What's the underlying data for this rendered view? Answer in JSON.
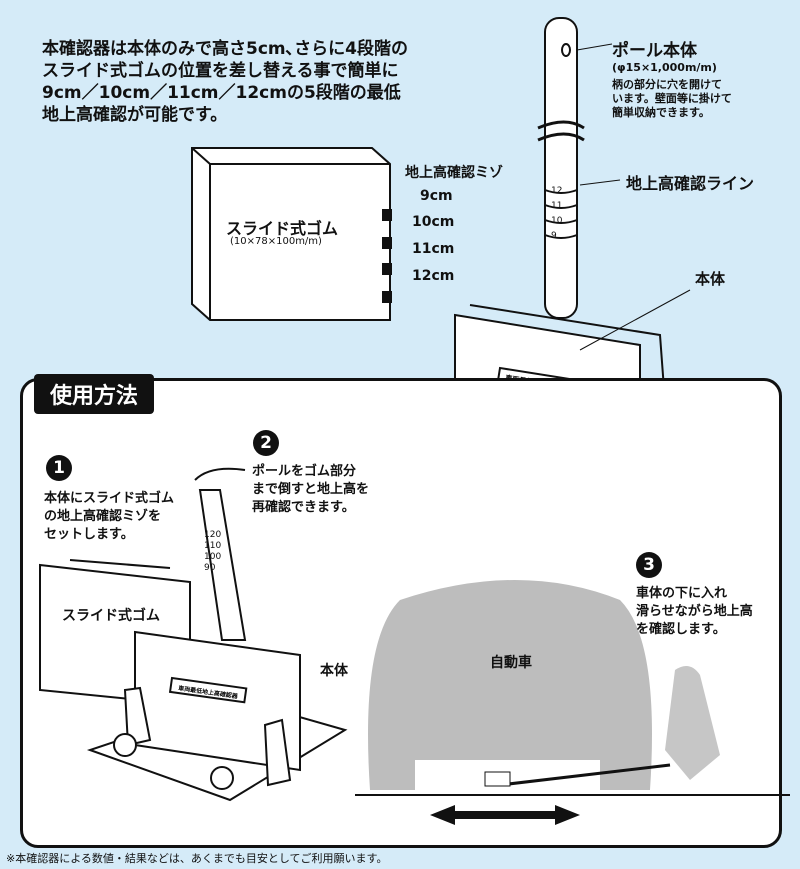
{
  "intro": [
    "本確認器は本体のみで高さ5cm､さらに4段階の",
    "スライド式ゴムの位置を差し替える事で簡単に",
    "9cm／10cm／11cm／12cmの5段階の最低",
    "地上高確認が可能です。"
  ],
  "pole": {
    "title": "ポール本体",
    "size": "(φ15×1,000m/m)",
    "desc": [
      "柄の部分に穴を開けて",
      "います。壁面等に掛けて",
      "簡単収納できます。"
    ],
    "line_label": "地上高確認ライン",
    "marks": [
      "12",
      "11",
      "10",
      "9"
    ]
  },
  "rubber": {
    "title": "スライド式ゴム",
    "size": "(10×78×100m/m)",
    "groove_label": "地上高確認ミゾ",
    "grooves": [
      "9cm",
      "10cm",
      "11cm",
      "12cm"
    ]
  },
  "body_label": "本体",
  "sticker": "車両最低地上高確認器",
  "usage": {
    "title": "使用方法",
    "steps": [
      {
        "num": "1",
        "text": [
          "本体にスライド式ゴム",
          "の地上高確認ミゾを",
          "セットします。"
        ]
      },
      {
        "num": "2",
        "text": [
          "ポールをゴム部分",
          "まで倒すと地上高を",
          "再確認できます。"
        ]
      },
      {
        "num": "3",
        "text": [
          "車体の下に入れ",
          "滑らせながら地上高",
          "を確認します。"
        ]
      }
    ],
    "rubber_label": "スライド式ゴム",
    "body_label": "本体",
    "car_label": "自動車",
    "pole_marks": [
      "120",
      "110",
      "100",
      "90"
    ]
  },
  "footnote": "※本確認器による数値・結果などは、あくまでも目安としてご利用願います。"
}
